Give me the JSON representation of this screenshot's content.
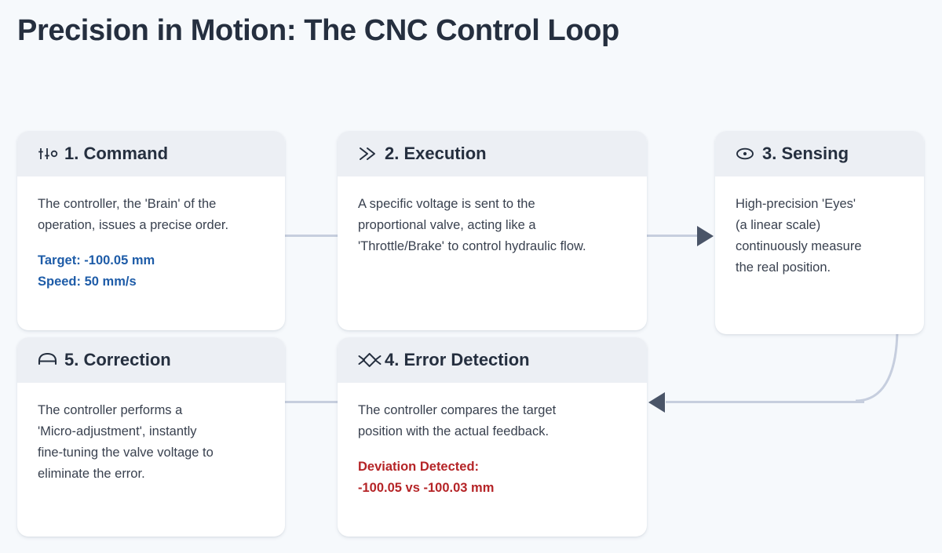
{
  "page": {
    "title": "Precision in Motion: The CNC Control Loop",
    "background": "#f6f9fc",
    "title_color": "#252f3f",
    "accent_blue": "#1e5ca8",
    "accent_red": "#b52427",
    "connector_color": "#c6cede",
    "arrow_color": "#4a5568",
    "header_bg": "#eceff4"
  },
  "steps": [
    {
      "id": "command",
      "icon": "sliders-icon",
      "title": "1. Command",
      "description": "The controller, the 'Brain' of the\noperation, issues a precise order.",
      "metric": "Target: -100.05 mm\nSpeed: 50 mm/s",
      "metric_color": "#1e5ca8"
    },
    {
      "id": "execution",
      "icon": "double-chevron-right-icon",
      "title": "2. Execution",
      "description": "A specific voltage is sent to the\nproportional valve, acting like a\n'Throttle/Brake' to control hydraulic flow.",
      "metric": "",
      "metric_color": ""
    },
    {
      "id": "sensing",
      "icon": "eye-icon",
      "title": "3. Sensing",
      "description": "High-precision 'Eyes'\n(a linear scale)\ncontinuously measure\nthe real position.",
      "metric": "",
      "metric_color": ""
    },
    {
      "id": "error-detection",
      "icon": "diamond-compare-icon",
      "title": "4. Error Detection",
      "description": "The controller compares the target\nposition with the actual feedback.",
      "metric": "Deviation Detected:\n-100.05 vs -100.03 mm",
      "metric_color": "#b52427"
    },
    {
      "id": "correction",
      "icon": "arch-tune-icon",
      "title": "5. Correction",
      "description": "The controller performs a\n'Micro-adjustment', instantly\nfine-tuning the valve voltage to\neliminate the error.",
      "metric": "",
      "metric_color": ""
    }
  ],
  "connectors": [
    {
      "id": "command-to-execution",
      "from": "command",
      "to": "execution",
      "style": "line",
      "arrow": false
    },
    {
      "id": "execution-to-sensing",
      "from": "execution",
      "to": "sensing",
      "style": "line-arrow",
      "arrow": true
    },
    {
      "id": "sensing-to-error-detection",
      "from": "sensing",
      "to": "error-detection",
      "style": "curve-arrow",
      "arrow": true
    },
    {
      "id": "error-detection-to-correction",
      "from": "error-detection",
      "to": "correction",
      "style": "line",
      "arrow": false
    }
  ]
}
